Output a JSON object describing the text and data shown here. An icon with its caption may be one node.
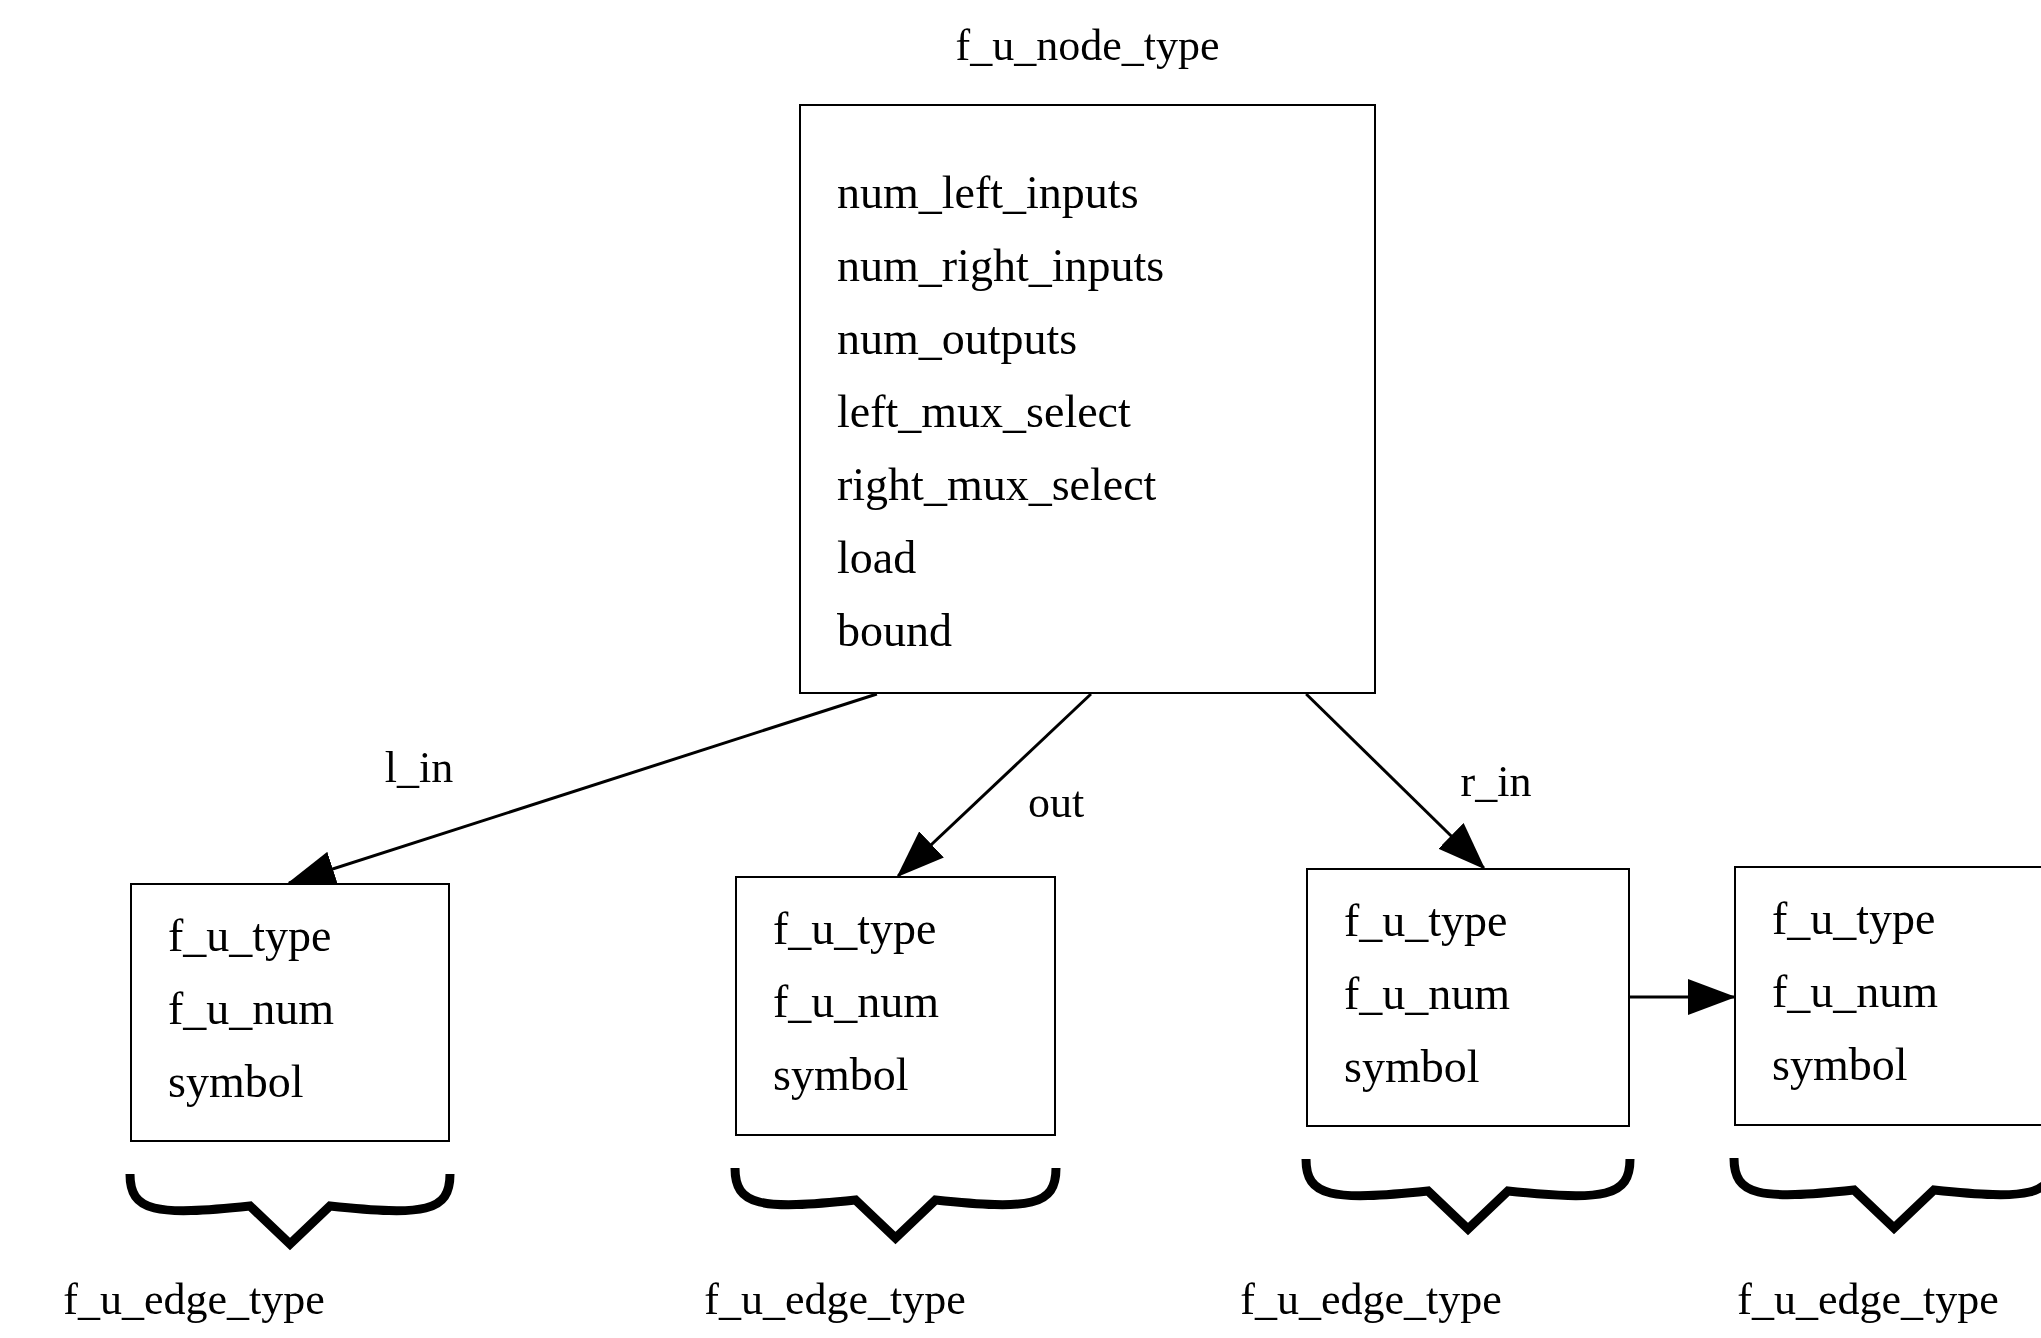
{
  "diagram": {
    "nodes": [
      {
        "text": [
          "f_u_node_type",
          "num_left_inputs",
          "num_right_inputs",
          "num_outputs",
          "left_mux_select",
          "right_mux_select",
          "load",
          "bound"
        ]
      },
      {
        "text": [
          "f_u_type",
          "f_u_num",
          "symbol"
        ],
        "beside": [
          "f_u_edge_type"
        ]
      },
      {
        "text": [
          "f_u_type",
          "f_u_num",
          "symbol"
        ],
        "beside": [
          "f_u_edge_type"
        ]
      },
      {
        "text": [
          "f_u_type",
          "f_u_num",
          "symbol"
        ],
        "beside": [
          "f_u_edge_type"
        ]
      },
      {
        "text": [
          "f_u_type",
          "f_u_num",
          "symbol"
        ],
        "beside": [
          "f_u_edge_type"
        ]
      }
    ],
    "edges": [
      {
        "from": 0,
        "to": 1,
        "arrow": "to",
        "label": "l_in"
      },
      {
        "from": 0,
        "to": 2,
        "arrow": "to",
        "label": "out"
      },
      {
        "from": 0,
        "to": 3,
        "arrow": "to",
        "label": "r_in"
      },
      {
        "from": 3,
        "to": 4,
        "arrow": "to"
      }
    ]
  }
}
